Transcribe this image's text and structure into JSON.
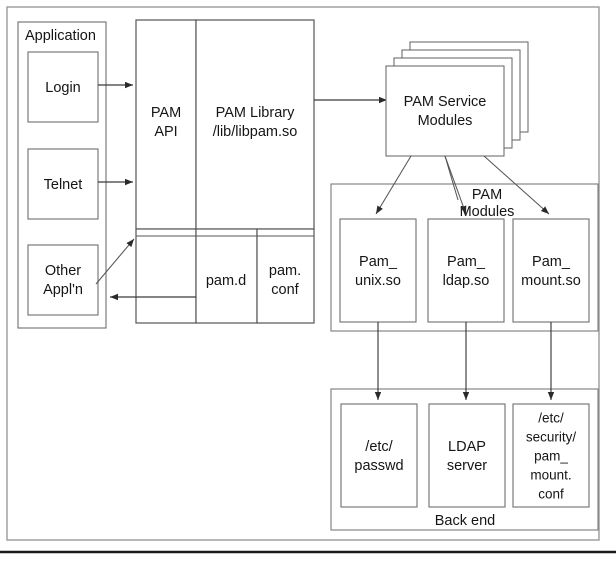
{
  "diagram": {
    "title": "Linux PAM architecture block diagram",
    "colors": {
      "background": "#ffffff",
      "box_stroke": "#6e6e6e",
      "connector": "#3a3a3a",
      "text": "#151515",
      "frame": "#9a9a9a"
    },
    "application_group": {
      "label": "Application",
      "members": [
        {
          "id": "login",
          "label": "Login"
        },
        {
          "id": "telnet",
          "label": "Telnet"
        },
        {
          "id": "other-appln",
          "line1": "Other",
          "line2": "Appl'n"
        }
      ]
    },
    "pam_api": {
      "line1": "PAM",
      "line2": "API"
    },
    "pam_library": {
      "line1": "PAM Library",
      "line2": "/lib/libpam.so"
    },
    "config_files": [
      {
        "id": "pam-d",
        "label": "pam.d"
      },
      {
        "id": "pam-conf",
        "line1": "pam.",
        "line2": "conf"
      }
    ],
    "pam_service_modules": {
      "line1": "PAM Service",
      "line2": "Modules",
      "stack_count": 4
    },
    "pam_modules_group": {
      "line1": "PAM",
      "line2": "Modules",
      "members": [
        {
          "id": "pam-unix",
          "line1": "Pam_",
          "line2": "unix.so"
        },
        {
          "id": "pam-ldap",
          "line1": "Pam_",
          "line2": "ldap.so"
        },
        {
          "id": "pam-mount",
          "line1": "Pam_",
          "line2": "mount.so"
        }
      ]
    },
    "back_end_group": {
      "label": "Back end",
      "members": [
        {
          "id": "etc-passwd",
          "lines": [
            "/etc/",
            "passwd"
          ]
        },
        {
          "id": "ldap-server",
          "lines": [
            "LDAP",
            "server"
          ]
        },
        {
          "id": "pam-mount-conf",
          "lines": [
            "/etc/",
            "security/",
            "pam_",
            "mount.",
            "conf"
          ]
        }
      ]
    }
  }
}
